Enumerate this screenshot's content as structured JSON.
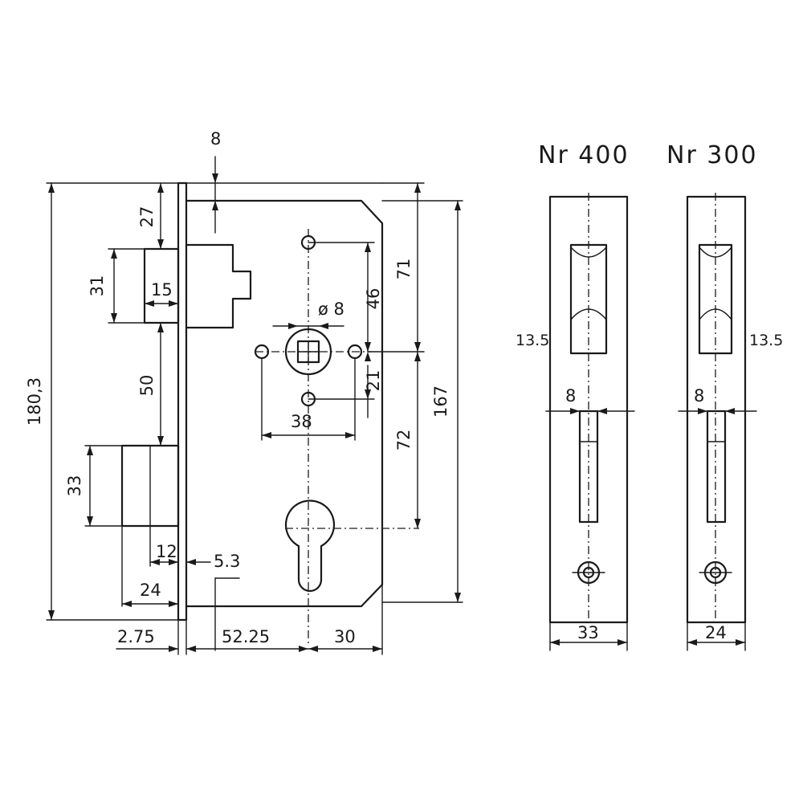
{
  "titles": {
    "nr400": "Nr 400",
    "nr300": "Nr 300"
  },
  "dimensions": {
    "d_8_top": "8",
    "d_27": "27",
    "d_31": "31",
    "d_15": "15",
    "d_50": "50",
    "d_33_left": "33",
    "d_12": "12",
    "d_24_left": "24",
    "d_5_3": "5.3",
    "d_180_3": "180,3",
    "d_2_75": "2.75",
    "d_52_25": "52.25",
    "d_30": "30",
    "d_dia8": "ø 8",
    "d_46": "46",
    "d_71": "71",
    "d_21": "21",
    "d_38": "38",
    "d_72": "72",
    "d_167": "167",
    "nr400_13_5": "13.5",
    "nr400_8": "8",
    "nr400_33": "33",
    "nr300_13_5": "13.5",
    "nr300_8": "8",
    "nr300_24": "24"
  }
}
